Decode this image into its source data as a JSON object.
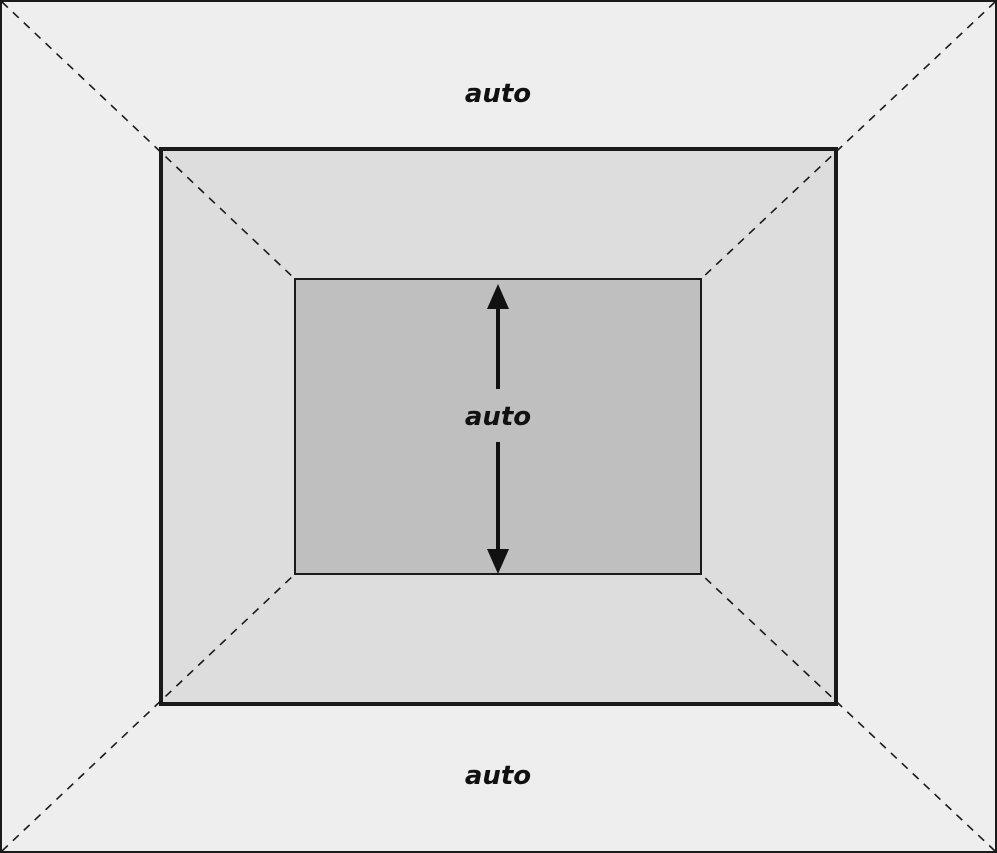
{
  "labels": {
    "top_margin": "auto",
    "height": "auto",
    "bottom_margin": "auto"
  },
  "colors": {
    "outer_fill": "#eeeeee",
    "middle_fill": "#dddddd",
    "inner_fill": "#bfbfbf",
    "stroke": "#1a1a1a"
  }
}
